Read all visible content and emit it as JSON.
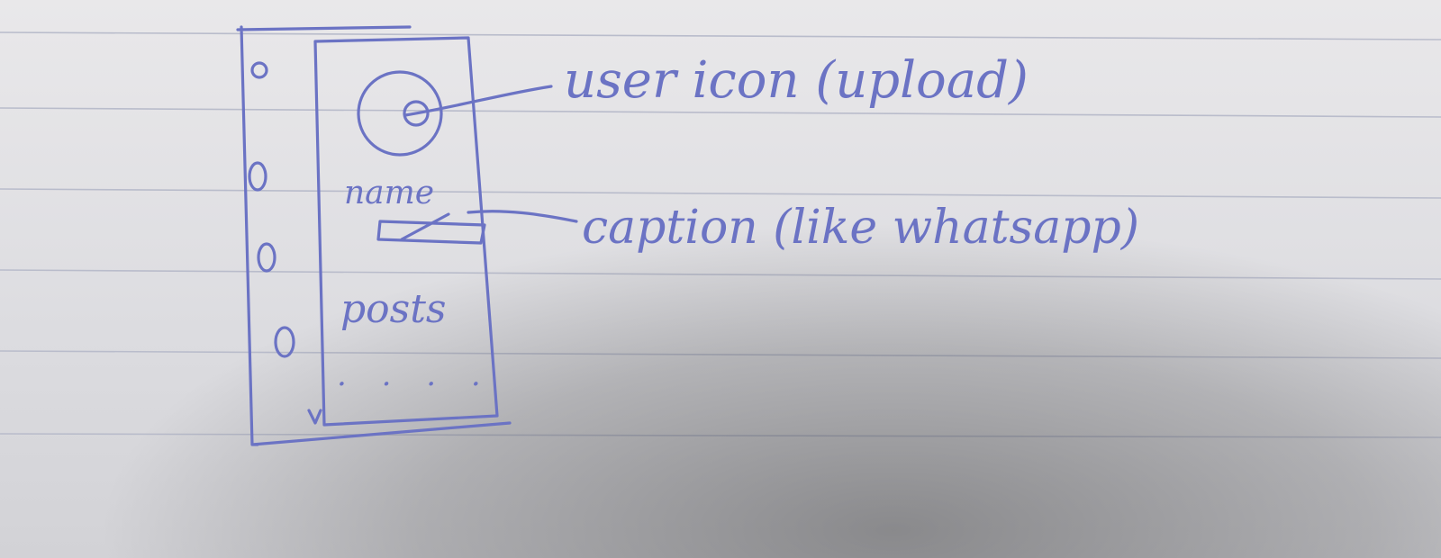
{
  "annotations": {
    "user_icon": "user icon (upload)",
    "caption": "caption (like whatsapp)"
  },
  "phone_screen": {
    "name_label": "name",
    "posts_label": "posts",
    "more_label": ". . . ."
  },
  "colors": {
    "ink": "#6b73c4",
    "paper": "#e4e3e6",
    "rule_line": "#b9bccb"
  }
}
